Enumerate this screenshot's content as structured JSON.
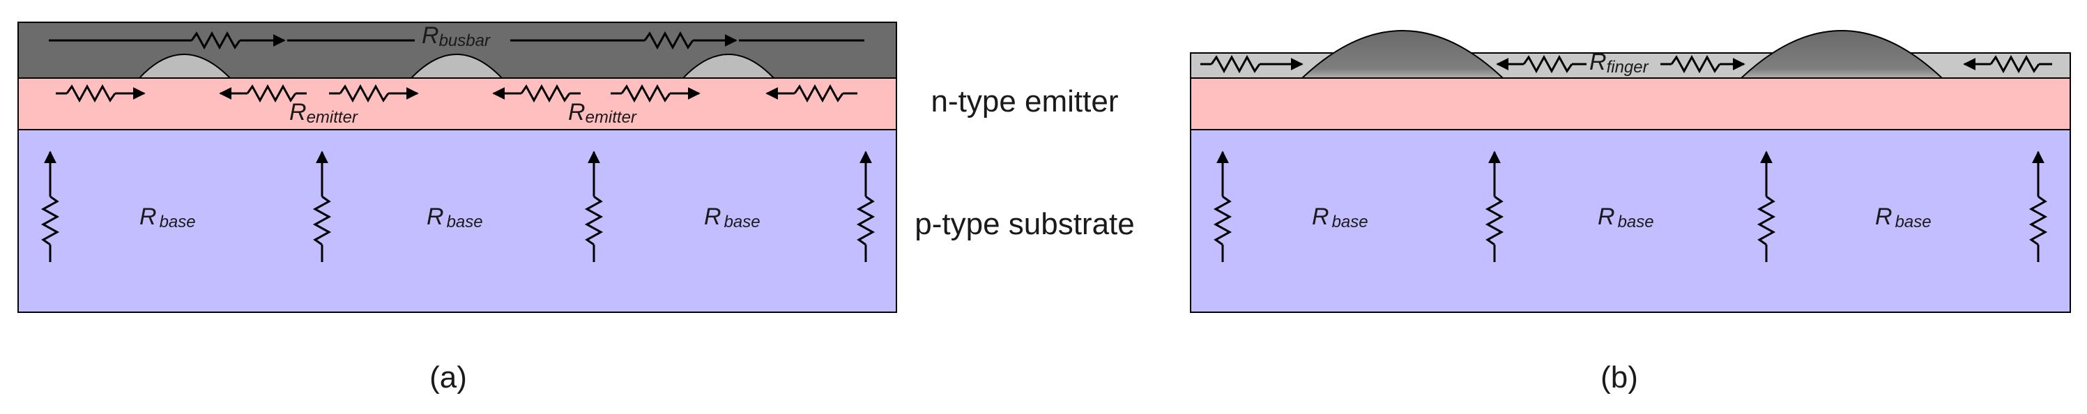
{
  "labels": {
    "emitter_layer": "n-type emitter",
    "substrate_layer": "p-type substrate"
  },
  "panels": [
    {
      "caption": "(a)",
      "busbar_label": {
        "main": "R",
        "sub": "busbar"
      },
      "emitter_label": {
        "main": "R",
        "sub": "emitter"
      },
      "base_label": {
        "main": "R",
        "sub": "base"
      }
    },
    {
      "caption": "(b)",
      "finger_label": {
        "main": "R",
        "sub": "finger"
      },
      "base_label": {
        "main": "R",
        "sub": "base"
      }
    }
  ],
  "colors": {
    "contact_layer": "#6c6c6c",
    "contact_layer_light": "#c8c8c8",
    "emitter": "#ffbfbf",
    "substrate": "#c3beff",
    "contact_bump": "#bcbcbc",
    "finger_dome": "#7a7a7a",
    "outline": "#000000"
  }
}
